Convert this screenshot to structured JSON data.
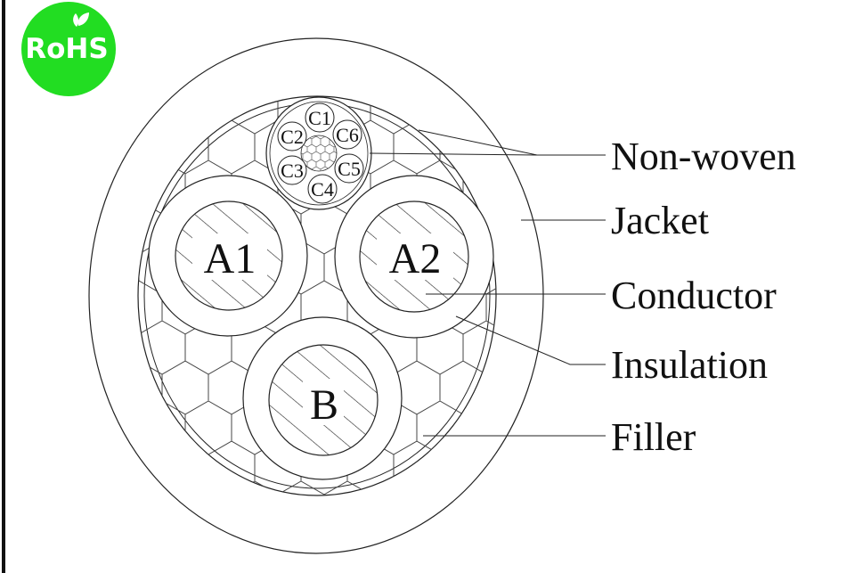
{
  "badge": {
    "text": "RoHS",
    "icon": "leaf-icon",
    "color": "#22dd22"
  },
  "cores": [
    {
      "id": "a1",
      "label": "A1"
    },
    {
      "id": "a2",
      "label": "A2"
    },
    {
      "id": "b",
      "label": "B"
    }
  ],
  "signal_cores": [
    "C1",
    "C2",
    "C3",
    "C4",
    "C5",
    "C6"
  ],
  "callouts": [
    {
      "id": "non-woven",
      "label": "Non-woven"
    },
    {
      "id": "jacket",
      "label": "Jacket"
    },
    {
      "id": "conductor",
      "label": "Conductor"
    },
    {
      "id": "insulation",
      "label": "Insulation"
    },
    {
      "id": "filler",
      "label": "Filler"
    }
  ],
  "colors": {
    "line": "#222222",
    "badge": "#22dd22"
  }
}
